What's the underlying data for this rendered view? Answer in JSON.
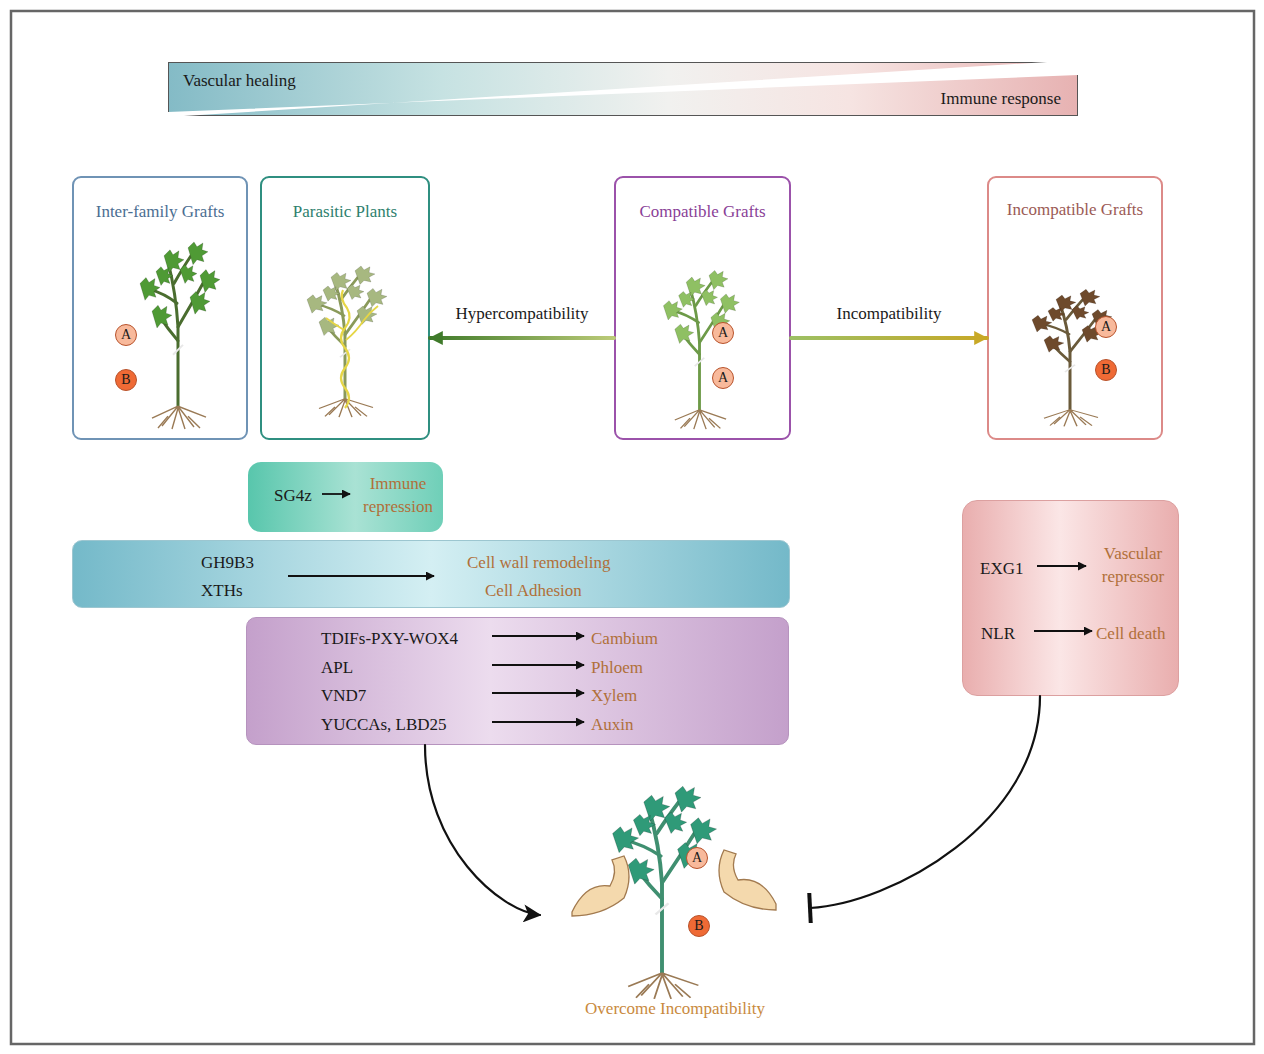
{
  "diagram": {
    "nodes": [
      {
        "text": [
          "Vascular healing",
          "Immune response"
        ]
      },
      {
        "text": [
          "Inter-family Grafts"
        ]
      },
      {
        "text": [
          "A"
        ],
        "in": 1
      },
      {
        "text": [
          "B"
        ],
        "in": 1
      },
      {
        "text": [
          "Parasitic Plants"
        ]
      },
      {
        "text": [
          "Compatible Grafts"
        ]
      },
      {
        "text": [
          "A"
        ],
        "in": 5
      },
      {
        "text": [
          "A"
        ],
        "in": 5
      },
      {
        "text": [
          "Incompatible Grafts"
        ]
      },
      {
        "text": [
          "A"
        ],
        "in": 8
      },
      {
        "text": [
          "B"
        ],
        "in": 8
      },
      {
        "text": [
          "SG4z",
          "Immune repression"
        ]
      },
      {
        "text": [
          "GH9B3",
          "XTHs",
          "Cell wall remodeling",
          "Cell Adhesion"
        ]
      },
      {
        "text": [
          "TDIFs-PXY-WOX4",
          "Cambium",
          "APL",
          "Phloem",
          "VND7",
          "Xylem",
          "YUCCAs, LBD25",
          "Auxin"
        ]
      },
      {
        "text": [
          "EXG1",
          "Vascular repressor",
          "NLR",
          "Cell death"
        ]
      },
      {
        "text": [
          "Overcome Incompatibility"
        ]
      },
      {
        "text": [
          "A"
        ],
        "in": 15
      },
      {
        "text": [
          "B"
        ],
        "in": 15
      }
    ],
    "edges": [
      {
        "from": 5,
        "to": 4,
        "arrow": "to",
        "label": "Hypercompatibility"
      },
      {
        "from": 5,
        "to": 8,
        "arrow": "to",
        "label": "Incompatibility"
      },
      {
        "from": 13,
        "to": 15,
        "arrow": "to"
      },
      {
        "from": 14,
        "to": 15,
        "arrow": "to"
      }
    ]
  }
}
